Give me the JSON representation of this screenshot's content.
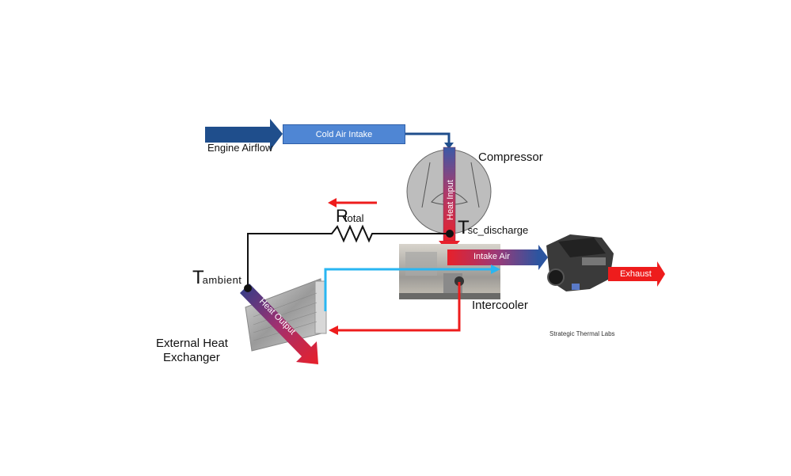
{
  "diagram": {
    "engine_airflow": "Engine Airflow",
    "cold_air_intake": "Cold Air Intake",
    "compressor": "Compressor",
    "heat_input": "Heat Input",
    "t_discharge_main": "T",
    "t_discharge_sub": "sc_discharge",
    "r_total_main": "R",
    "r_total_sub": "total",
    "t_ambient_main": "T",
    "t_ambient_sub": "ambient",
    "intake_air": "Intake Air",
    "exhaust": "Exhaust",
    "intercooler": "Intercooler",
    "heat_output": "Heat Output",
    "external_hx_line1": "External Heat",
    "external_hx_line2": "Exchanger",
    "credit": "Strategic Thermal Labs"
  },
  "colors": {
    "airflow_blue": "#1f4e8c",
    "intake_blue": "#4f86d4",
    "hot_red": "#e8202a",
    "coolant_cyan": "#29b6f2",
    "wire_black": "#111111"
  }
}
